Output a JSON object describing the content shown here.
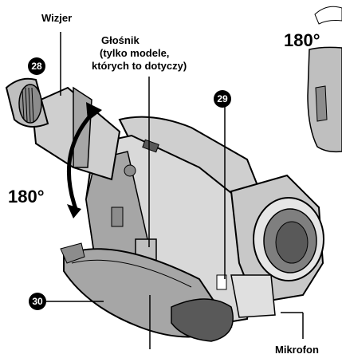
{
  "labels": {
    "viewfinder": "Wizjer",
    "speaker_line1": "Głośnik",
    "speaker_line2": "(tylko modele,",
    "speaker_line3": "których to dotyczy)",
    "microphone": "Mikrofon",
    "rotation_left": "180°",
    "rotation_right": "180°"
  },
  "callouts": {
    "n28": "28",
    "n29": "29",
    "n30": "30"
  },
  "colors": {
    "ink": "#000000",
    "body_light": "#d9d9d9",
    "body_mid": "#a6a6a6",
    "body_dark": "#595959",
    "lens": "#7f7f7f",
    "background": "#ffffff"
  }
}
